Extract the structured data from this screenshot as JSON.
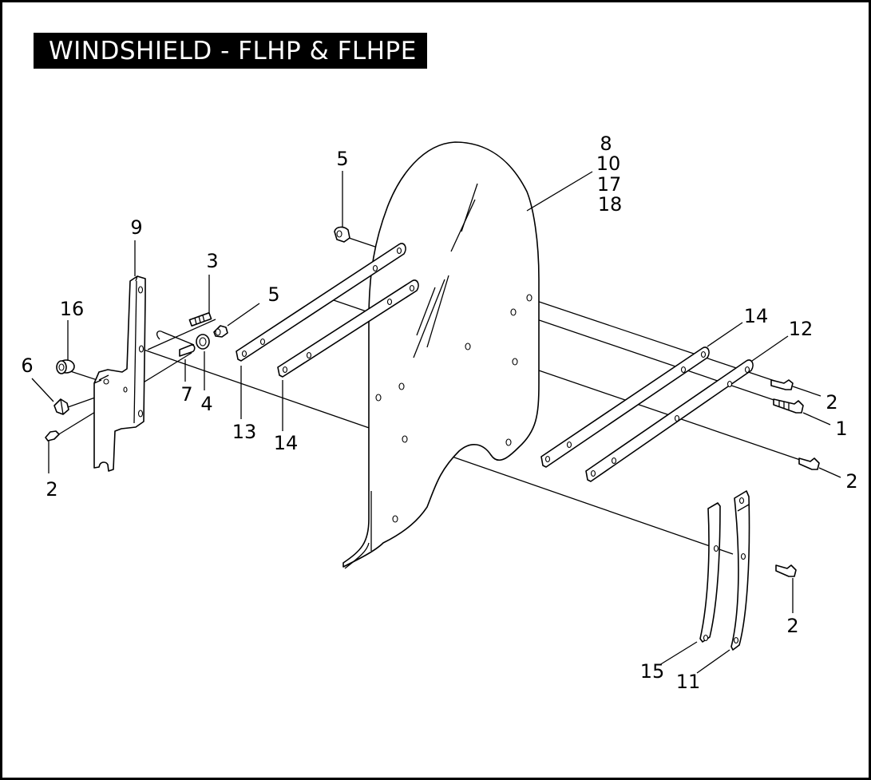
{
  "title": "WINDSHIELD - FLHP & FLHPE",
  "callouts": {
    "c8": "8",
    "c10": "10",
    "c17": "17",
    "c18": "18",
    "c5a": "5",
    "c5b": "5",
    "c9": "9",
    "c3": "3",
    "c16": "16",
    "c6": "6",
    "c7": "7",
    "c4": "4",
    "c13": "13",
    "c14a": "14",
    "c14b": "14",
    "c12": "12",
    "c2a": "2",
    "c1": "1",
    "c2b": "2",
    "c2c": "2",
    "c2d": "2",
    "c15": "15",
    "c11": "11"
  }
}
